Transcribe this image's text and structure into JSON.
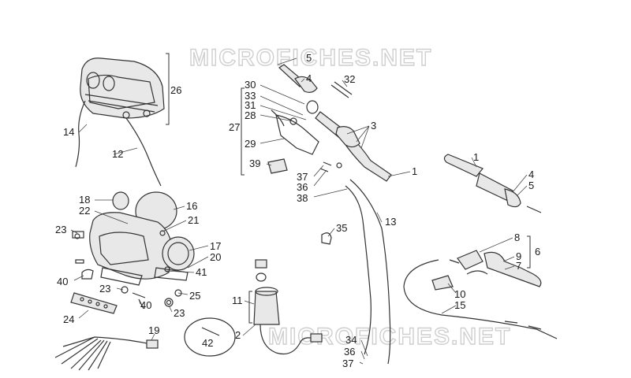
{
  "watermarks": [
    "MICROFICHES.NET",
    "MICROFICHES.NET"
  ],
  "callouts": [
    {
      "id": "c5a",
      "text": "5"
    },
    {
      "id": "c4a",
      "text": "4"
    },
    {
      "id": "c32",
      "text": "32"
    },
    {
      "id": "c30",
      "text": "30"
    },
    {
      "id": "c33",
      "text": "33"
    },
    {
      "id": "c31",
      "text": "31"
    },
    {
      "id": "c28",
      "text": "28"
    },
    {
      "id": "c27",
      "text": "27"
    },
    {
      "id": "c29",
      "text": "29"
    },
    {
      "id": "c39",
      "text": "39"
    },
    {
      "id": "c3",
      "text": "3"
    },
    {
      "id": "c1a",
      "text": "1"
    },
    {
      "id": "c37a",
      "text": "37"
    },
    {
      "id": "c36a",
      "text": "36"
    },
    {
      "id": "c38",
      "text": "38"
    },
    {
      "id": "c13",
      "text": "13"
    },
    {
      "id": "c35",
      "text": "35"
    },
    {
      "id": "c26",
      "text": "26"
    },
    {
      "id": "c14",
      "text": "14"
    },
    {
      "id": "c12",
      "text": "12"
    },
    {
      "id": "c18",
      "text": "18"
    },
    {
      "id": "c22",
      "text": "22"
    },
    {
      "id": "c16",
      "text": "16"
    },
    {
      "id": "c21",
      "text": "21"
    },
    {
      "id": "c23a",
      "text": "23"
    },
    {
      "id": "c17",
      "text": "17"
    },
    {
      "id": "c20",
      "text": "20"
    },
    {
      "id": "c41",
      "text": "41"
    },
    {
      "id": "c40a",
      "text": "40"
    },
    {
      "id": "c23b",
      "text": "23"
    },
    {
      "id": "c40b",
      "text": "40"
    },
    {
      "id": "c25",
      "text": "25"
    },
    {
      "id": "c23c",
      "text": "23"
    },
    {
      "id": "c24",
      "text": "24"
    },
    {
      "id": "c19",
      "text": "19"
    },
    {
      "id": "c42",
      "text": "42"
    },
    {
      "id": "c11",
      "text": "11"
    },
    {
      "id": "c2",
      "text": "2"
    },
    {
      "id": "c34",
      "text": "34"
    },
    {
      "id": "c36b",
      "text": "36"
    },
    {
      "id": "c37b",
      "text": "37"
    },
    {
      "id": "c1b",
      "text": "1"
    },
    {
      "id": "c4b",
      "text": "4"
    },
    {
      "id": "c5b",
      "text": "5"
    },
    {
      "id": "c8",
      "text": "8"
    },
    {
      "id": "c9",
      "text": "9"
    },
    {
      "id": "c7",
      "text": "7"
    },
    {
      "id": "c6",
      "text": "6"
    },
    {
      "id": "c10",
      "text": "10"
    },
    {
      "id": "c15",
      "text": "15"
    }
  ]
}
